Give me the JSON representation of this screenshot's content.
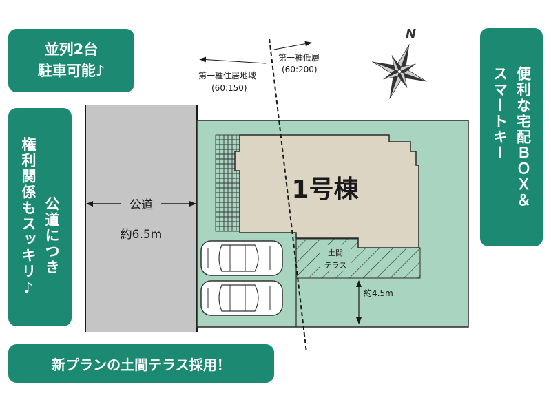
{
  "badges": {
    "parking_line1": "並列2台",
    "parking_line2": "駐車可能♪",
    "road_col1": "権利関係もスッキリ♪",
    "road_col2": "公道につき",
    "box_col1": "便利な宅配ＢＯＸ＆",
    "box_col2": "スマートキー",
    "terrace_plan": "新プランの土間テラス採用！"
  },
  "zoning": {
    "right_name": "第一種低層",
    "right_ratio": "(60:200)",
    "left_name": "第一種住居地域",
    "left_ratio": "(60:150)"
  },
  "road": {
    "label": "公道",
    "width": "約6.5m"
  },
  "building": {
    "label": "1号棟"
  },
  "terrace": {
    "line1": "土間",
    "line2": "テラス"
  },
  "setback": {
    "label": "約4.5m"
  },
  "compass": {
    "north": "N"
  },
  "colors": {
    "accent": "#1c8a72",
    "lot": "#a9d4c0",
    "building": "#ddd5c3",
    "road": "#c5c5c5"
  }
}
